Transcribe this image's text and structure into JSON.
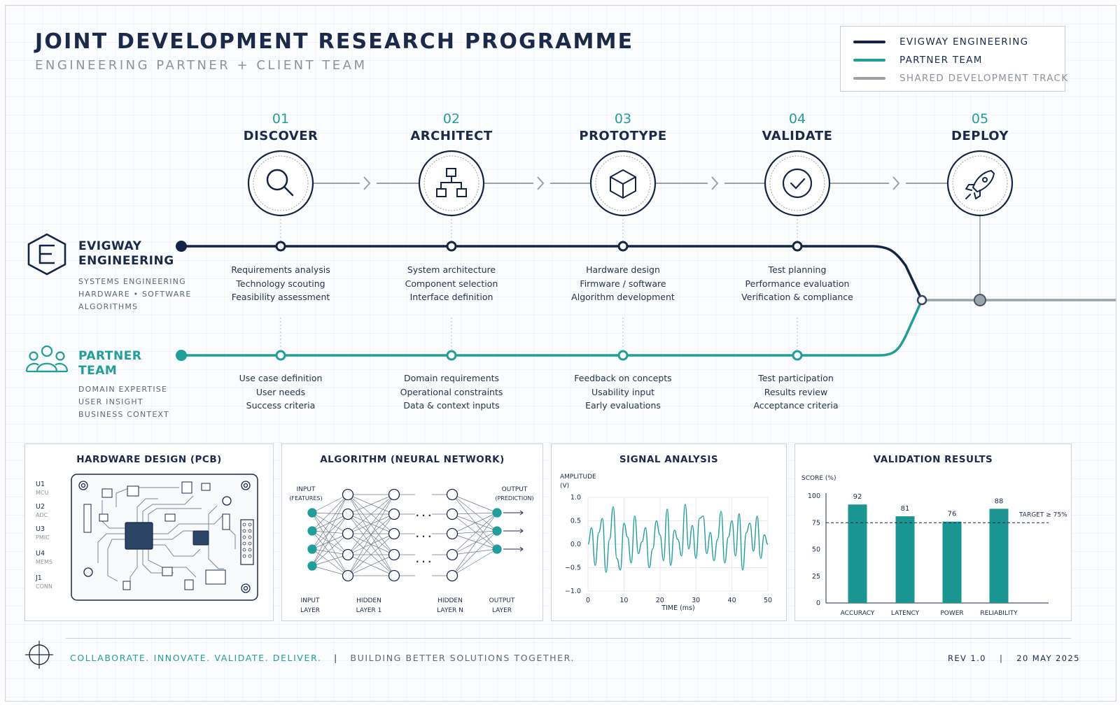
{
  "header": {
    "title": "JOINT DEVELOPMENT RESEARCH PROGRAMME",
    "subtitle": "ENGINEERING PARTNER + CLIENT TEAM"
  },
  "legend": {
    "items": [
      {
        "label": "EVIGWAY ENGINEERING",
        "color": "#142448"
      },
      {
        "label": "PARTNER TEAM",
        "color": "#1f9e9a"
      },
      {
        "label": "SHARED DEVELOPMENT TRACK",
        "color": "#9aa2ac"
      }
    ]
  },
  "stages": [
    {
      "number": "01",
      "name": "DISCOVER",
      "icon": "search-icon"
    },
    {
      "number": "02",
      "name": "ARCHITECT",
      "icon": "hierarchy-icon"
    },
    {
      "number": "03",
      "name": "PROTOTYPE",
      "icon": "cube-icon"
    },
    {
      "number": "04",
      "name": "VALIDATE",
      "icon": "check-circle-icon"
    },
    {
      "number": "05",
      "name": "DEPLOY",
      "icon": "rocket-icon"
    }
  ],
  "lanes": {
    "engineering": {
      "title_lines": [
        "EVIGWAY",
        "ENGINEERING"
      ],
      "sub_lines": [
        "SYSTEMS ENGINEERING",
        "HARDWARE • SOFTWARE",
        "ALGORITHMS"
      ],
      "icon": "hexagon-e-logo",
      "color": "#142448",
      "tasks": [
        [
          "Requirements analysis",
          "Technology scouting",
          "Feasibility assessment"
        ],
        [
          "System architecture",
          "Component selection",
          "Interface definition"
        ],
        [
          "Hardware design",
          "Firmware / software",
          "Algorithm development"
        ],
        [
          "Test planning",
          "Performance evaluation",
          "Verification & compliance"
        ]
      ]
    },
    "partner": {
      "title_lines": [
        "PARTNER",
        "TEAM"
      ],
      "sub_lines": [
        "DOMAIN EXPERTISE",
        "USER INSIGHT",
        "BUSINESS CONTEXT"
      ],
      "icon": "team-icon",
      "color": "#1f9e9a",
      "tasks": [
        [
          "Use case definition",
          "User needs",
          "Success criteria"
        ],
        [
          "Domain requirements",
          "Operational constraints",
          "Data & context inputs"
        ],
        [
          "Feedback on concepts",
          "Usability input",
          "Early evaluations"
        ],
        [
          "Test participation",
          "Results review",
          "Acceptance criteria"
        ]
      ]
    },
    "shared_color": "#9aa2ac"
  },
  "panels": {
    "pcb": {
      "title": "HARDWARE DESIGN (PCB)",
      "components": [
        {
          "ref": "U1",
          "desc": "MCU"
        },
        {
          "ref": "U2",
          "desc": "ADC"
        },
        {
          "ref": "U3",
          "desc": "PMIC"
        },
        {
          "ref": "U4",
          "desc": "MEMS"
        },
        {
          "ref": "J1",
          "desc": "CONN"
        }
      ]
    },
    "nn": {
      "title": "ALGORITHM (NEURAL NETWORK)",
      "input_lines": [
        "INPUT",
        "(FEATURES)"
      ],
      "output_lines": [
        "OUTPUT",
        "(PREDICTION)"
      ],
      "layers": [
        {
          "lines": [
            "INPUT",
            "LAYER"
          ]
        },
        {
          "lines": [
            "HIDDEN",
            "LAYER 1"
          ]
        },
        {
          "lines": [
            "HIDDEN",
            "LAYER N"
          ]
        },
        {
          "lines": [
            "OUTPUT",
            "LAYER"
          ]
        }
      ],
      "ellipsis": "· · ·"
    }
  },
  "chart_data": [
    {
      "type": "line",
      "title": "SIGNAL ANALYSIS",
      "ylabel_lines": [
        "AMPLITUDE",
        "(V)"
      ],
      "xlabel": "TIME  (ms)",
      "xlim": [
        0,
        50
      ],
      "ylim": [
        -1.0,
        1.0
      ],
      "xticks": [
        "0",
        "10",
        "20",
        "30",
        "40",
        "50"
      ],
      "yticks": [
        "1.0",
        "0.5",
        "0.0",
        "−0.5",
        "−1.0"
      ],
      "grid": true,
      "color": "#1f9e9a",
      "x": [
        0,
        1,
        2,
        3,
        4,
        5,
        6,
        7,
        8,
        9,
        10,
        11,
        12,
        13,
        14,
        15,
        16,
        17,
        18,
        19,
        20,
        21,
        22,
        23,
        24,
        25,
        26,
        27,
        28,
        29,
        30,
        31,
        32,
        33,
        34,
        35,
        36,
        37,
        38,
        39,
        40,
        41,
        42,
        43,
        44,
        45,
        46,
        47,
        48,
        49,
        50
      ],
      "y": [
        0.0,
        0.35,
        -0.45,
        0.25,
        0.55,
        -0.6,
        0.1,
        0.8,
        -0.3,
        -0.55,
        0.45,
        0.15,
        -0.4,
        0.6,
        -0.2,
        0.05,
        0.35,
        -0.5,
        -0.1,
        0.5,
        0.2,
        -0.35,
        0.75,
        -0.45,
        0.3,
        0.1,
        -0.25,
        0.85,
        -0.1,
        0.4,
        -0.3,
        0.55,
        0.6,
        -0.2,
        0.25,
        -0.35,
        0.1,
        0.7,
        -0.4,
        0.15,
        0.5,
        -0.25,
        0.65,
        -0.55,
        0.25,
        0.45,
        -0.15,
        0.6,
        -0.3,
        0.2,
        0.0
      ]
    },
    {
      "type": "bar",
      "title": "VALIDATION RESULTS",
      "ylabel": "SCORE (%)",
      "categories": [
        "ACCURACY",
        "LATENCY",
        "POWER",
        "RELIABILITY"
      ],
      "values": [
        92,
        81,
        76,
        88
      ],
      "ylim": [
        0,
        100
      ],
      "yticks": [
        "0",
        "25",
        "50",
        "75",
        "100"
      ],
      "target": 75,
      "target_label": "TARGET ≥ 75%",
      "color": "#1a9592"
    }
  ],
  "footer": {
    "tagline": "COLLABORATE. INNOVATE. VALIDATE. DELIVER.",
    "separator": "|",
    "motto": "BUILDING BETTER SOLUTIONS TOGETHER.",
    "revision": "REV 1.0",
    "date": "20 MAY 2025"
  }
}
